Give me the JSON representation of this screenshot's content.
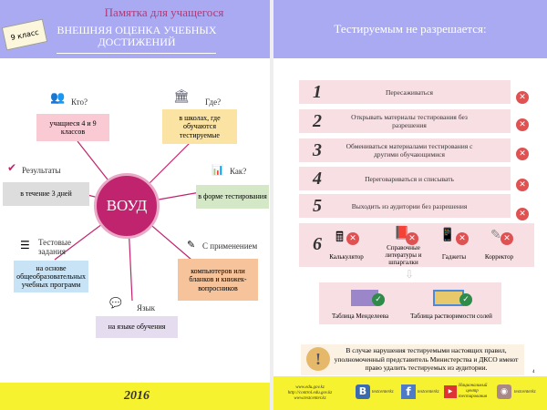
{
  "left": {
    "badge": "9 класс",
    "subtitle": "Памятка для учащегося",
    "title_line1": "ВНЕШНЯЯ ОЦЕНКА УЧЕБНЫХ",
    "title_line2": "ДОСТИЖЕНИЙ",
    "center": "ВОУД",
    "items": [
      {
        "label": "Кто?",
        "text": "учащиеся 4 и 9 классов"
      },
      {
        "label": "Где?",
        "text": "в школах, где обучаются тестируемые"
      },
      {
        "label": "Результаты",
        "text": "в течение 3 дней"
      },
      {
        "label": "Как?",
        "text": "в форме тестирования"
      },
      {
        "label": "Тестовые задания",
        "text": "на основе общеобразовательных учебных программ"
      },
      {
        "label": "С применением",
        "text": "компьютеров или бланков и книжек-вопросников"
      },
      {
        "label": "Язык",
        "text": "на языке обучения"
      }
    ],
    "year": "2016"
  },
  "right": {
    "title": "Тестируемым не разрешается:",
    "rules": [
      {
        "n": "1",
        "text": "Пересаживаться"
      },
      {
        "n": "2",
        "text": "Открывать материалы тестирования без разрешения"
      },
      {
        "n": "3",
        "text": "Обмениваться материалами тестирования с другими обучающимися"
      },
      {
        "n": "4",
        "text": "Переговариваться и списывать"
      },
      {
        "n": "5",
        "text": "Выходить из аудитории без разрешения"
      }
    ],
    "rule6": {
      "n": "6",
      "items": [
        "Калькулятор",
        "Справочные литературы и шпаргалки",
        "Гаджеты",
        "Корректор"
      ]
    },
    "allowed": [
      "Таблица Менделеева",
      "Таблица растворимости солей"
    ],
    "warning": "В случае нарушения тестируемыми настоящих правил, уполномоченный представитель Министерства и ДКСО имеют право удалить тестируемых из аудитории.",
    "page": "4",
    "footer": {
      "links": [
        "www.edu.gov.kz",
        "http://control.edu.gov.kz",
        "www.testcenter.kz"
      ],
      "vk": "testcenterkz",
      "fb": "testcenterkz",
      "yt": "Национальный центр тестирования",
      "ig": "testcenterkz"
    }
  }
}
